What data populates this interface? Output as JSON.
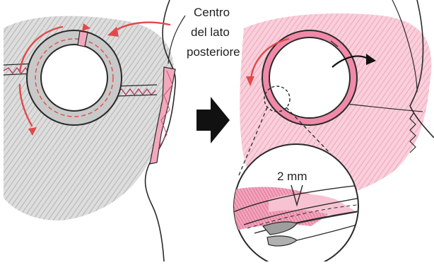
{
  "labels": {
    "line1": "Centro",
    "line2": "del lato",
    "line3": "posteriore",
    "measure": "2 mm"
  },
  "colors": {
    "gray_shade": "#bdbdbd",
    "pink_shade": "#f2a9be",
    "pink_strong": "#e07a98",
    "red_arrow": "#e24a4a",
    "ink": "#2a2a2a",
    "black_arrow": "#111111"
  },
  "icons": {
    "step_arrow": "right-arrow-icon"
  }
}
